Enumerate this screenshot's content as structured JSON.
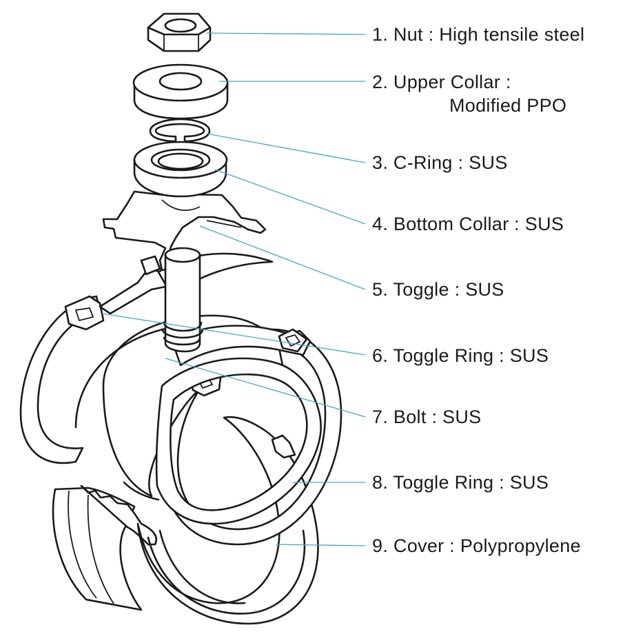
{
  "leader_color": "#3fa9c9",
  "parts": [
    {
      "number": "1.",
      "name": "Nut",
      "material": "High tensile steel"
    },
    {
      "number": "2.",
      "name": "Upper Collar",
      "material": "Modified PPO"
    },
    {
      "number": "3.",
      "name": "C-Ring",
      "material": "SUS"
    },
    {
      "number": "4.",
      "name": "Bottom Collar",
      "material": "SUS"
    },
    {
      "number": "5.",
      "name": "Toggle",
      "material": "SUS"
    },
    {
      "number": "6.",
      "name": "Toggle Ring",
      "material": "SUS"
    },
    {
      "number": "7.",
      "name": "Bolt",
      "material": "SUS"
    },
    {
      "number": "8.",
      "name": "Toggle Ring",
      "material": "SUS"
    },
    {
      "number": "9.",
      "name": "Cover",
      "material": "Polypropylene"
    }
  ],
  "labels": {
    "p1": "1. Nut : High tensile steel",
    "p2a": "2. Upper Collar :",
    "p2b": "Modified PPO",
    "p3": "3. C-Ring : SUS",
    "p4": "4. Bottom Collar : SUS",
    "p5": "5. Toggle : SUS",
    "p6": "6. Toggle Ring : SUS",
    "p7": "7. Bolt : SUS",
    "p8": "8. Toggle Ring : SUS",
    "p9": "9. Cover : Polypropylene"
  }
}
